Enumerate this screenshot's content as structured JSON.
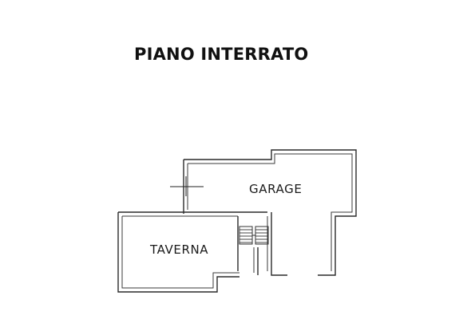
{
  "plan": {
    "title": "PIANO INTERRATO",
    "rooms": [
      {
        "id": "garage",
        "label": "GARAGE"
      },
      {
        "id": "taverna",
        "label": "TAVERNA"
      }
    ]
  }
}
